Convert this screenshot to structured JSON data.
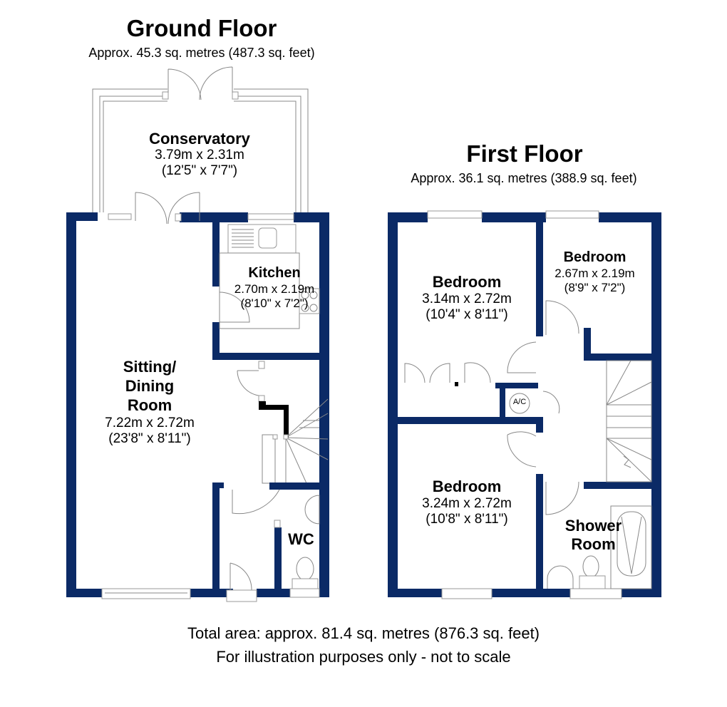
{
  "ground_floor": {
    "title": "Ground Floor",
    "area": "Approx. 45.3 sq. metres (487.3 sq. feet)",
    "rooms": {
      "conservatory": {
        "name": "Conservatory",
        "metric": "3.79m x 2.31m",
        "imperial": "(12'5\" x 7'7\")"
      },
      "kitchen": {
        "name": "Kitchen",
        "metric": "2.70m x 2.19m",
        "imperial": "(8'10\" x 7'2\")"
      },
      "sitting": {
        "name_l1": "Sitting/",
        "name_l2": "Dining",
        "name_l3": "Room",
        "metric": "7.22m x 2.72m",
        "imperial": "(23'8\" x 8'11\")"
      },
      "wc": {
        "name": "WC"
      }
    }
  },
  "first_floor": {
    "title": "First Floor",
    "area": "Approx. 36.1 sq. metres (388.9 sq. feet)",
    "rooms": {
      "bedroom1": {
        "name": "Bedroom",
        "metric": "3.14m x 2.72m",
        "imperial": "(10'4\" x 8'11\")"
      },
      "bedroom2": {
        "name": "Bedroom",
        "metric": "2.67m x 2.19m",
        "imperial": "(8'9\" x 7'2\")"
      },
      "bedroom3": {
        "name": "Bedroom",
        "metric": "3.24m x 2.72m",
        "imperial": "(10'8\" x 8'11\")"
      },
      "shower": {
        "name_l1": "Shower",
        "name_l2": "Room"
      },
      "airing_cupboard": {
        "label": "A/C"
      }
    }
  },
  "footer": {
    "total_area": "Total area: approx. 81.4 sq. metres (876.3 sq. feet)",
    "disclaimer": "For illustration purposes only - not to scale"
  },
  "colors": {
    "wall": "#0b2a66",
    "background": "#ffffff"
  }
}
